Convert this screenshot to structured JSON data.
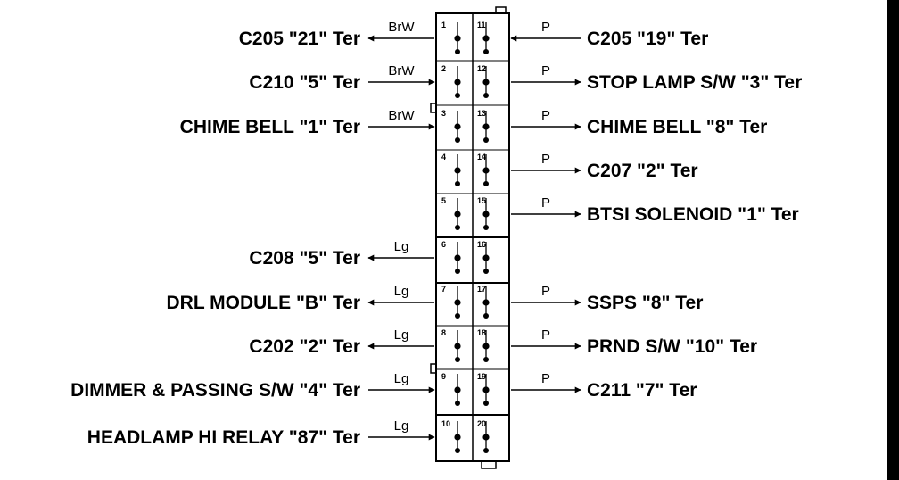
{
  "left_terminals": [
    {
      "pin": "1",
      "label": "C205 \"21\" Ter",
      "wire": "BrW",
      "direction": "out"
    },
    {
      "pin": "2",
      "label": "C210 \"5\" Ter",
      "wire": "BrW",
      "direction": "in"
    },
    {
      "pin": "3",
      "label": "CHIME BELL \"1\" Ter",
      "wire": "BrW",
      "direction": "in"
    },
    {
      "pin": "4",
      "label": "",
      "wire": "",
      "direction": "none"
    },
    {
      "pin": "5",
      "label": "",
      "wire": "",
      "direction": "none"
    },
    {
      "pin": "6",
      "label": "C208 \"5\" Ter",
      "wire": "Lg",
      "direction": "out"
    },
    {
      "pin": "7",
      "label": "DRL MODULE \"B\" Ter",
      "wire": "Lg",
      "direction": "out"
    },
    {
      "pin": "8",
      "label": "C202 \"2\" Ter",
      "wire": "Lg",
      "direction": "out"
    },
    {
      "pin": "9",
      "label": "DIMMER & PASSING S/W \"4\" Ter",
      "wire": "Lg",
      "direction": "in"
    },
    {
      "pin": "10",
      "label": "HEADLAMP HI RELAY \"87\" Ter",
      "wire": "Lg",
      "direction": "in"
    }
  ],
  "right_terminals": [
    {
      "pin": "11",
      "label": "C205 \"19\" Ter",
      "wire": "P",
      "direction": "in"
    },
    {
      "pin": "12",
      "label": "STOP LAMP S/W \"3\" Ter",
      "wire": "P",
      "direction": "out"
    },
    {
      "pin": "13",
      "label": "CHIME BELL \"8\" Ter",
      "wire": "P",
      "direction": "out"
    },
    {
      "pin": "14",
      "label": "C207 \"2\" Ter",
      "wire": "P",
      "direction": "out"
    },
    {
      "pin": "15",
      "label": "BTSI SOLENOID \"1\" Ter",
      "wire": "P",
      "direction": "out"
    },
    {
      "pin": "16",
      "label": "",
      "wire": "",
      "direction": "none"
    },
    {
      "pin": "17",
      "label": "SSPS \"8\" Ter",
      "wire": "P",
      "direction": "out"
    },
    {
      "pin": "18",
      "label": "PRND S/W \"10\" Ter",
      "wire": "P",
      "direction": "out"
    },
    {
      "pin": "19",
      "label": "C211 \"7\" Ter",
      "wire": "P",
      "direction": "out"
    },
    {
      "pin": "20",
      "label": "",
      "wire": "",
      "direction": "none"
    }
  ],
  "colors": {
    "line": "#000000",
    "background": "#ffffff"
  }
}
